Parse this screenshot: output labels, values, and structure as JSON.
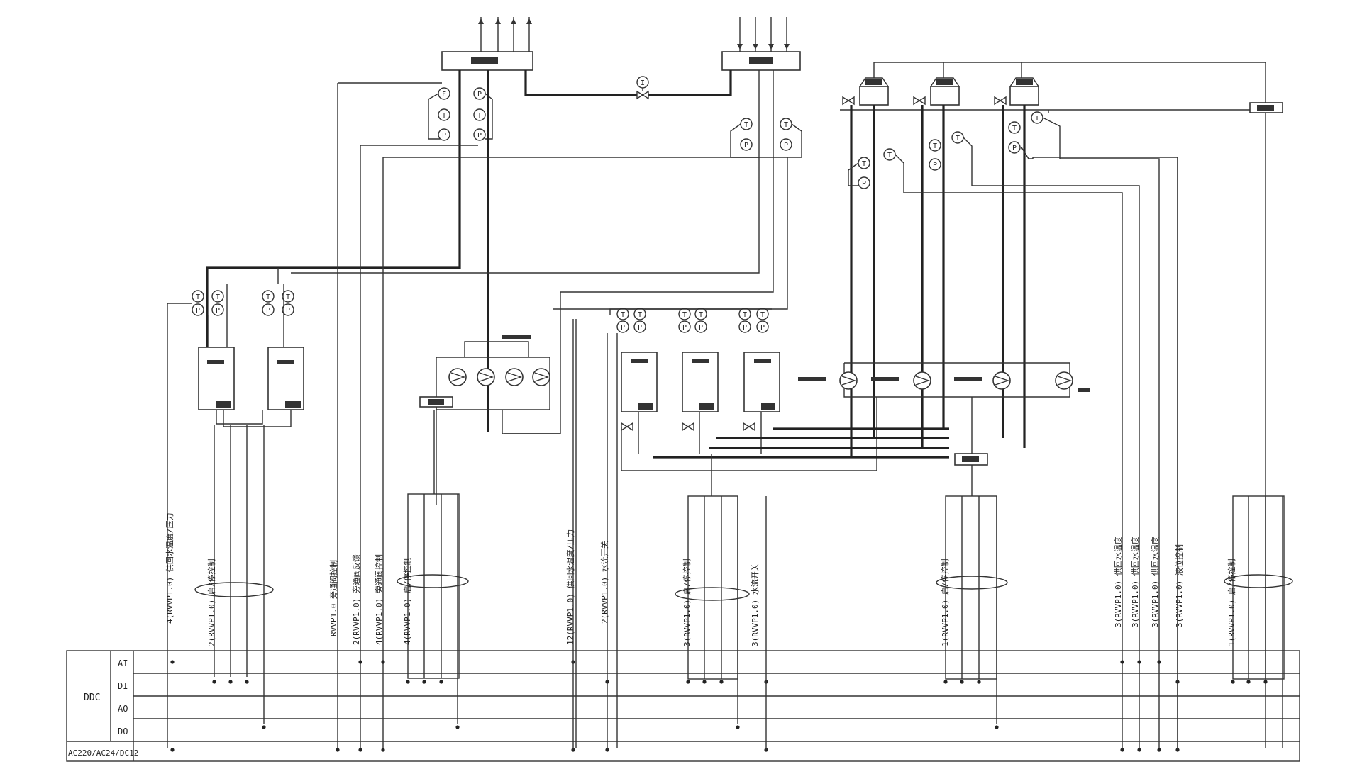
{
  "controller": {
    "name": "DDC",
    "rows": [
      "AI",
      "DI",
      "AO",
      "DO"
    ],
    "power": "AC220/AC24/DC12"
  },
  "sensor_letters": {
    "temperature": "T",
    "pressure": "P",
    "flow": "F"
  },
  "meter_symbol": "I",
  "cable_labels": [
    "4(RVVP1.0) 供回水温度/压力",
    "2(RVVP1.0) 启/停控制",
    "RVVP1.0 旁通阀控制",
    "2(RVVP1.0) 旁通阀反馈",
    "4(RVVP1.0) 旁通阀控制",
    "4(RVVP1.0) 启/停控制",
    "12(RVVP1.0) 供回水温度/压力",
    "2(RVVP1.0) 水流开关",
    "3(RVVP1.0) 启/停控制",
    "3(RVVP1.0) 水流开关",
    "1(RVVP1.0) 启/停控制",
    "3(RVVP1.0) 供回水温度",
    "3(RVVP1.0) 供回水温度",
    "3(RVVP1.0) 供回水温度",
    "3(RVVP1.0) 液位控制",
    "1(RVVP1.0) 启/停控制"
  ]
}
